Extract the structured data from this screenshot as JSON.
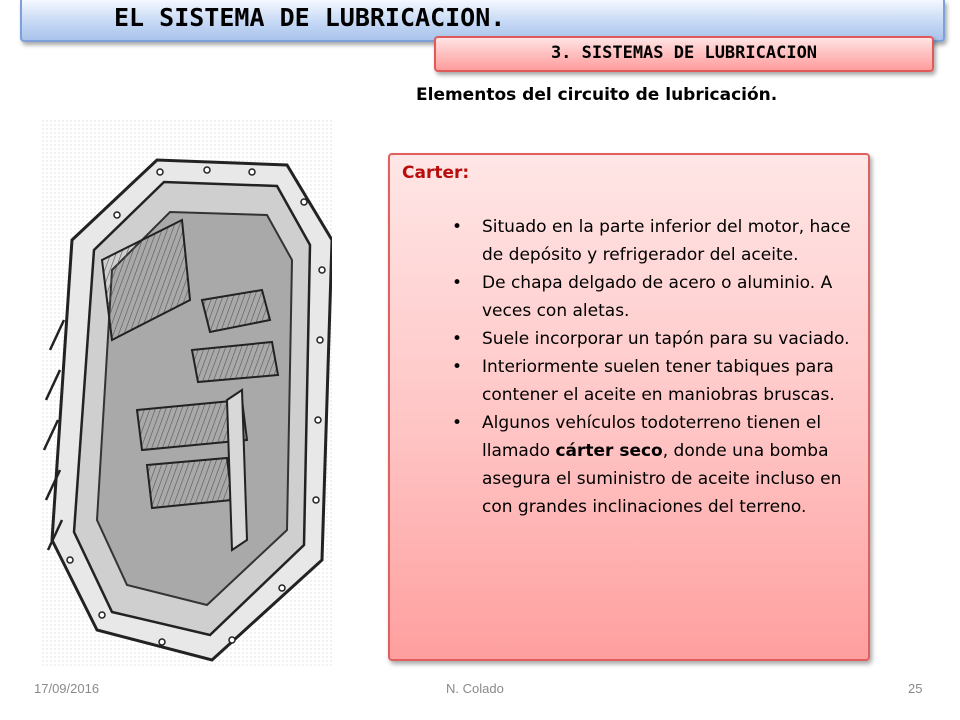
{
  "title": "EL SISTEMA DE LUBRICACION.",
  "subtitle": "3. SISTEMAS DE LUBRICACION",
  "section_heading": "Elementos del circuito de lubricación.",
  "box": {
    "heading": "Carter:",
    "bullets": [
      {
        "text": "Situado en la parte inferior del motor, hace de depósito y refrigerador del aceite."
      },
      {
        "text": "De chapa delgado de acero o aluminio. A veces con aletas."
      },
      {
        "text": "Suele incorporar un tapón para su vaciado."
      },
      {
        "text": "Interiormente suelen tener tabiques para contener el aceite en maniobras bruscas."
      },
      {
        "before": "Algunos vehículos todoterreno tienen el llamado ",
        "bold": "cárter seco",
        "after": ", donde una bomba asegura el suministro de aceite incluso en con grandes inclinaciones del terreno."
      }
    ]
  },
  "footer": {
    "date": "17/09/2016",
    "author": "N. Colado",
    "page": "25"
  }
}
